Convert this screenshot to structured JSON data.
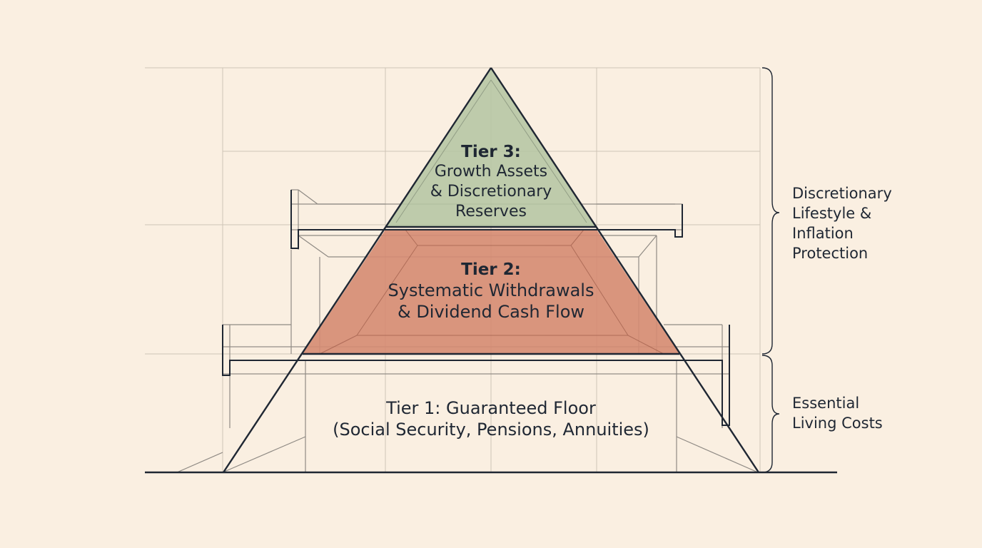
{
  "colors": {
    "background": "#faefe1",
    "tier3_fill": "#b5c6a3",
    "tier2_fill": "#d58b72",
    "outline": "#1f2733",
    "grid": "#c9beb0"
  },
  "tier3": {
    "title": "Tier 3:",
    "line1": "Growth Assets",
    "line2": "& Discretionary",
    "line3": "Reserves"
  },
  "tier2": {
    "title": "Tier 2:",
    "line1": "Systematic Withdrawals",
    "line2": "& Dividend Cash Flow"
  },
  "tier1": {
    "line1": "Tier 1: Guaranteed Floor",
    "line2": "(Social Security, Pensions, Annuities)"
  },
  "brackets": {
    "upper": {
      "line1": "Discretionary",
      "line2": "Lifestyle &",
      "line3": "Inflation",
      "line4": "Protection"
    },
    "lower": {
      "line1": "Essential",
      "line2": "Living Costs"
    }
  }
}
